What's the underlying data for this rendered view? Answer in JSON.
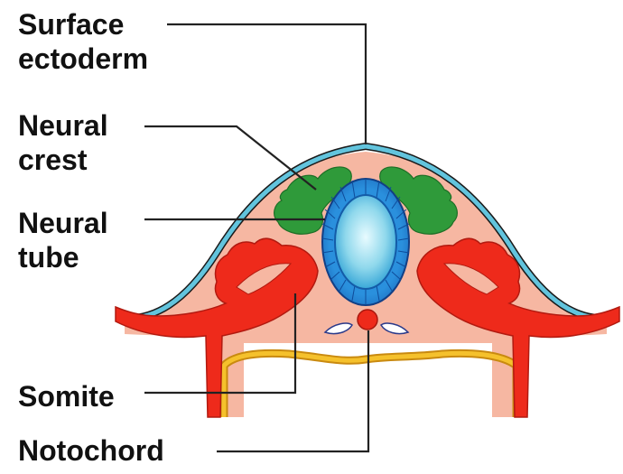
{
  "labels": {
    "surface_ectoderm": [
      "Surface",
      "ectoderm"
    ],
    "neural_crest": [
      "Neural",
      "crest"
    ],
    "neural_tube": [
      "Neural",
      "tube"
    ],
    "somite": "Somite",
    "notochord": "Notochord"
  },
  "colors": {
    "surface_ectoderm": "#62c4dd",
    "mesenchyme": "#f6b7a2",
    "neural_crest": "#2f9a3a",
    "neural_tube_wall": "#1d7fd0",
    "neural_tube_lumen": "#b8ecf5",
    "somite": "#ee2a1b",
    "notochord": "#ee2a1b",
    "endoderm": "#f5c12c",
    "leader_line": "#222222"
  }
}
